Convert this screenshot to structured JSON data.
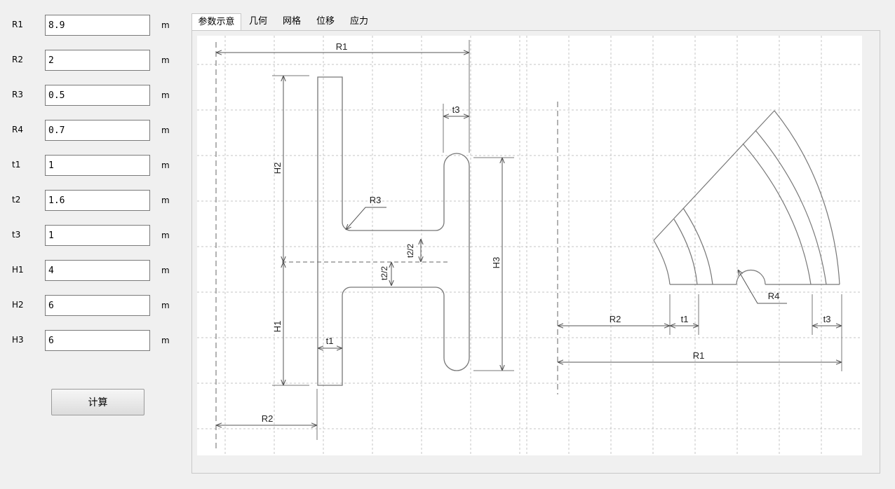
{
  "params": [
    {
      "label": "R1",
      "value": "8.9",
      "unit": "m"
    },
    {
      "label": "R2",
      "value": "2",
      "unit": "m"
    },
    {
      "label": "R3",
      "value": "0.5",
      "unit": "m"
    },
    {
      "label": "R4",
      "value": "0.7",
      "unit": "m"
    },
    {
      "label": "t1",
      "value": "1",
      "unit": "m"
    },
    {
      "label": "t2",
      "value": "1.6",
      "unit": "m"
    },
    {
      "label": "t3",
      "value": "1",
      "unit": "m"
    },
    {
      "label": "H1",
      "value": "4",
      "unit": "m"
    },
    {
      "label": "H2",
      "value": "6",
      "unit": "m"
    },
    {
      "label": "H3",
      "value": "6",
      "unit": "m"
    }
  ],
  "calculate_label": "计算",
  "tabs": [
    {
      "label": "参数示意",
      "active": true
    },
    {
      "label": "几何"
    },
    {
      "label": "网格"
    },
    {
      "label": "位移"
    },
    {
      "label": "应力"
    }
  ],
  "diagram": {
    "left": {
      "R1": "R1",
      "t3": "t3",
      "H2": "H2",
      "R3": "R3",
      "t2_2a": "t2/2",
      "t2_2b": "t2/2",
      "H3": "H3",
      "H1": "H1",
      "t1": "t1",
      "R2": "R2"
    },
    "right": {
      "R2": "R2",
      "t1": "t1",
      "R4": "R4",
      "t3": "t3",
      "R1": "R1"
    }
  }
}
